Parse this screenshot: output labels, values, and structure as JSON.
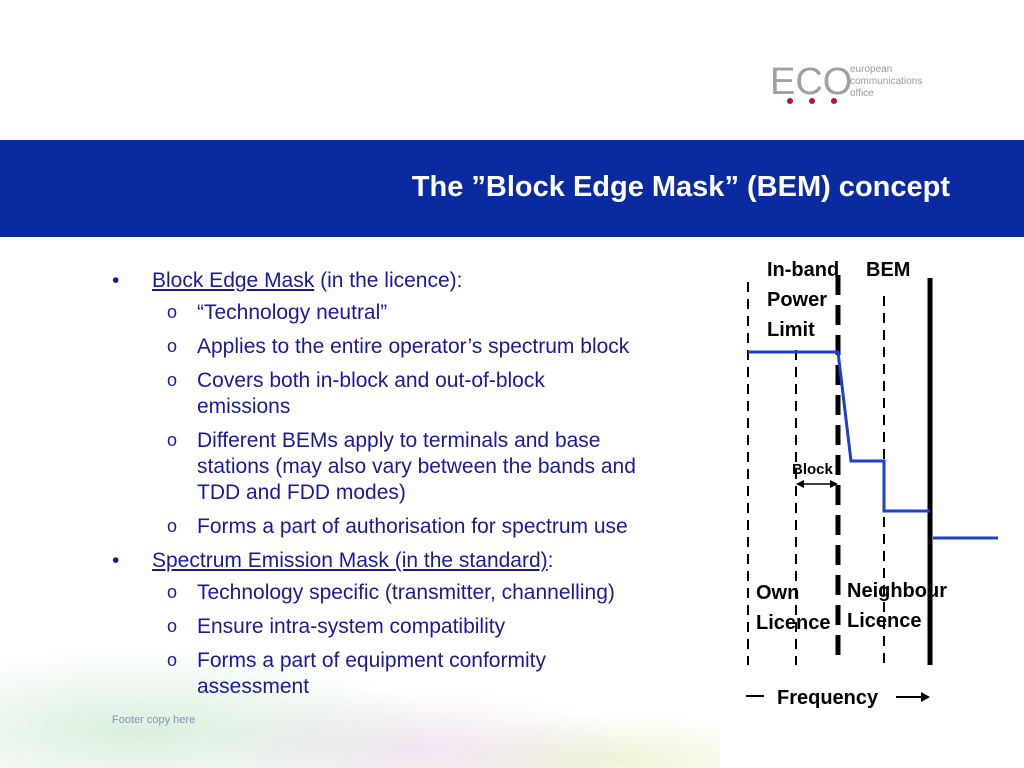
{
  "logo": {
    "mark": "ECO",
    "lines": [
      "european",
      "communications",
      "office"
    ]
  },
  "header": {
    "title": "The ”Block Edge Mask” (BEM) concept"
  },
  "content": {
    "bullet1": {
      "link": "Block Edge Mask",
      "rest": " (in the licence):",
      "subs": [
        "“Technology neutral”",
        "Applies to the entire operator’s spectrum block",
        "Covers both in-block and out-of-block emissions",
        "Different BEMs apply to terminals and base stations (may also vary between the bands and TDD and FDD modes)",
        "Forms a part of authorisation for spectrum use"
      ]
    },
    "bullet2": {
      "link": "Spectrum Emission Mask (in the standard)",
      "rest": ":",
      "subs": [
        "Technology specific (transmitter, channelling)",
        "Ensure intra-system compatibility",
        "Forms a part of equipment conformity assessment"
      ]
    }
  },
  "diagram": {
    "inband_line1": "In-band",
    "inband_line2": "Power",
    "inband_line3": "Limit",
    "bem_label": "BEM",
    "block_label": "Block",
    "own_line1": "Own",
    "own_line2": "Licence",
    "neighbour_line1": "Neighbour",
    "neighbour_line2": "Licence",
    "axis_label": "Frequency",
    "mask_color": "#1e3fd0"
  },
  "footer": {
    "text": "Footer copy here"
  }
}
